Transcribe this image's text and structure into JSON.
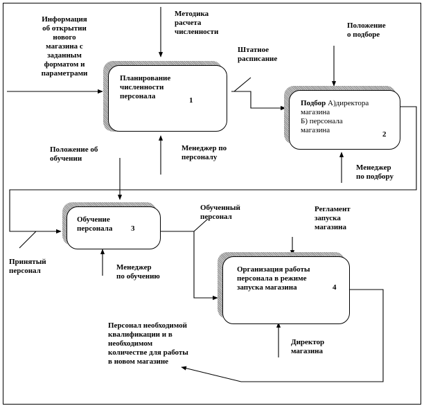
{
  "blocks": {
    "b1": {
      "title": "Планирование\nчисленности\nперсонала",
      "num": "1"
    },
    "b2": {
      "title_bold": "Подбор",
      "title_rest": " А)директора\nмагазина\nБ) персонала\nмагазина",
      "num": "2"
    },
    "b3": {
      "title": "Обучение\nперсонала",
      "num": "3"
    },
    "b4": {
      "title": "Организация работы\nперсонала в режиме\nзапуска   магазина",
      "num": "4"
    }
  },
  "arrows": {
    "input1": "Информация\nоб открытии\nнового\nмагазина с\nзаданным\nформатом и\nпараметрами",
    "control1": "Методика\nрасчета\nчисленности",
    "output1": "Штатное\nрасписание",
    "mech1": "Менеджер по\nперсоналу",
    "control2": "Положение\nо подборе",
    "mech2": "Менеджер\nпо подбору",
    "control3": "Положение об\nобучении",
    "input3": "Принятый\nперсонал",
    "mech3": "Менеджер\nпо обучению",
    "output3": "Обученный\nперсонал",
    "control4": "Регламент\nзапуска\nмагазина",
    "mech4": "Директор\nмагазина",
    "output4": "Персонал необходимой\nквалификации и  в\nнеобходимом\nколичестве для работы\nв новом магазине"
  }
}
